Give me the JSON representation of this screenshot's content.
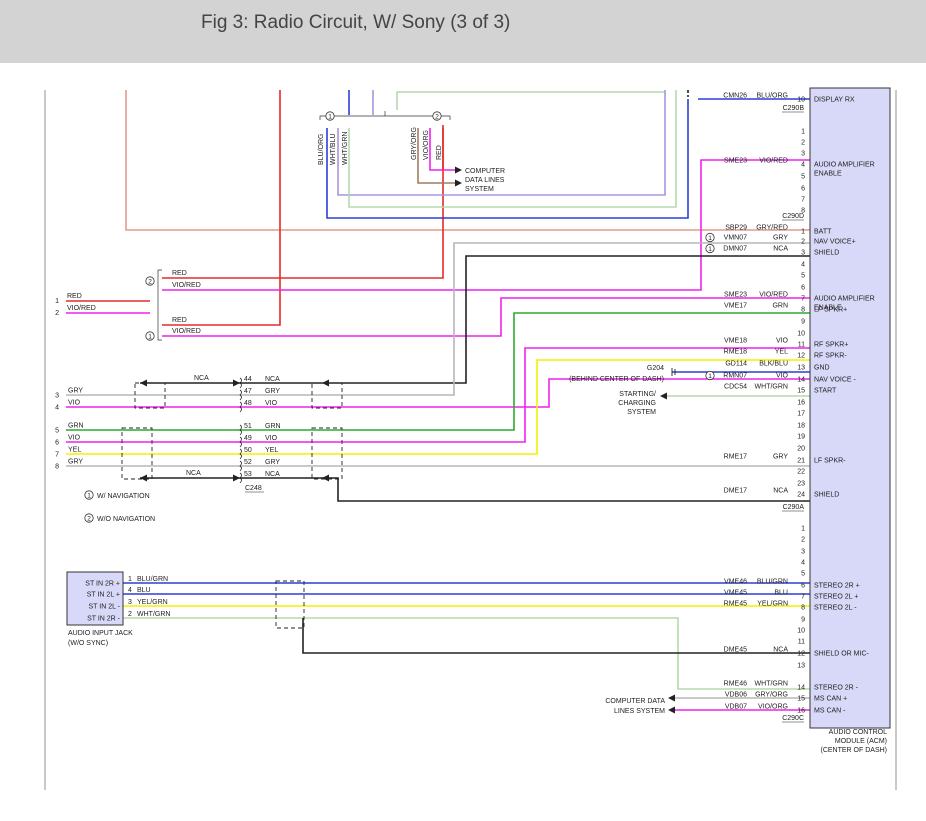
{
  "header": {
    "title": "Fig 3: Radio Circuit, W/ Sony (3 of 3)"
  },
  "colors": {
    "BLU": "#2b3fd6",
    "RED": "#e82a2a",
    "VIO": "#ee22ee",
    "GRN": "#2ea82e",
    "YEL": "#f2f200",
    "GRY": "#b7b7b7",
    "BLK": "#222222",
    "PINK": "#e49a92",
    "LGRN": "#b5d8ad",
    "LVIO": "#a498dc",
    "BRN": "#a07d5e",
    "ACM": "#d8d8f8"
  },
  "legend": {
    "nav": "W/ NAVIGATION",
    "nonav": "W/O NAVIGATION"
  },
  "module": {
    "name1": "AUDIO CONTROL",
    "name2": "MODULE (ACM)",
    "name3": "(CENTER OF DASH)",
    "connectors": [
      "C290B",
      "C290D",
      "C290A",
      "C290C"
    ]
  },
  "c290b": [
    {
      "pin": "10",
      "circuit": "CMN26",
      "color": "BLU/ORG",
      "func": "DISPLAY RX"
    }
  ],
  "c290d": [
    {
      "pin": "1"
    },
    {
      "pin": "2"
    },
    {
      "pin": "3"
    },
    {
      "pin": "4",
      "circuit": "SME23",
      "color": "VIO/RED",
      "func": "AUDIO AMPLIFIER",
      "func2": "ENABLE"
    },
    {
      "pin": "5"
    },
    {
      "pin": "6"
    },
    {
      "pin": "7"
    },
    {
      "pin": "8"
    }
  ],
  "c290a": [
    {
      "pin": "1",
      "circuit": "SBP29",
      "color": "GRY/RED",
      "func": "BATT"
    },
    {
      "pin": "2",
      "circuit": "VMN07",
      "color": "GRY",
      "func": "NAV VOICE+",
      "note": "1"
    },
    {
      "pin": "3",
      "circuit": "DMN07",
      "color": "NCA",
      "func": "SHIELD",
      "note": "1"
    },
    {
      "pin": "4"
    },
    {
      "pin": "5"
    },
    {
      "pin": "6"
    },
    {
      "pin": "7",
      "circuit": "SME23",
      "color": "VIO/RED",
      "func": "AUDIO AMPLIFIER",
      "func2": "ENABLE"
    },
    {
      "pin": "8",
      "circuit": "VME17",
      "color": "GRN",
      "func": "LF SPKR+"
    },
    {
      "pin": "9"
    },
    {
      "pin": "10"
    },
    {
      "pin": "11",
      "circuit": "VME18",
      "color": "VIO",
      "func": "RF SPKR+"
    },
    {
      "pin": "12",
      "circuit": "RME18",
      "color": "YEL",
      "func": "RF SPKR-"
    },
    {
      "pin": "13",
      "circuit": "GD114",
      "color": "BLK/BLU",
      "func": "GND"
    },
    {
      "pin": "14",
      "circuit": "RMN07",
      "color": "VIO",
      "func": "NAV VOICE -",
      "note": "1"
    },
    {
      "pin": "15",
      "circuit": "CDC54",
      "color": "WHT/GRN",
      "func": "START"
    },
    {
      "pin": "16"
    },
    {
      "pin": "17"
    },
    {
      "pin": "18"
    },
    {
      "pin": "19"
    },
    {
      "pin": "20"
    },
    {
      "pin": "21",
      "circuit": "RME17",
      "color": "GRY",
      "func": "LF SPKR-"
    },
    {
      "pin": "22"
    },
    {
      "pin": "23"
    },
    {
      "pin": "24",
      "circuit": "DME17",
      "color": "NCA",
      "func": "SHIELD"
    }
  ],
  "c290c": [
    {
      "pin": "1"
    },
    {
      "pin": "2"
    },
    {
      "pin": "3"
    },
    {
      "pin": "4"
    },
    {
      "pin": "5"
    },
    {
      "pin": "6",
      "circuit": "VME46",
      "color": "BLU/GRN",
      "func": "STEREO 2R +"
    },
    {
      "pin": "7",
      "circuit": "VME45",
      "color": "BLU",
      "func": "STEREO 2L +"
    },
    {
      "pin": "8",
      "circuit": "RME45",
      "color": "YEL/GRN",
      "func": "STEREO 2L -"
    },
    {
      "pin": "9"
    },
    {
      "pin": "10"
    },
    {
      "pin": "11"
    },
    {
      "pin": "12",
      "circuit": "DME45",
      "color": "NCA",
      "func": "SHIELD OR MIC-"
    },
    {
      "pin": "13"
    },
    {
      "pin": "14",
      "circuit": "RME46",
      "color": "WHT/GRN",
      "func": "STEREO 2R -"
    },
    {
      "pin": "15",
      "circuit": "VDB06",
      "color": "GRY/ORG",
      "func": "MS CAN +"
    },
    {
      "pin": "16",
      "circuit": "VDB07",
      "color": "VIO/ORG",
      "func": "MS CAN -"
    }
  ],
  "topBundle": {
    "left": [
      "BLU/ORG",
      "WHT/BLU",
      "WHT/GRN"
    ],
    "right": [
      "GRY/ORG",
      "VIO/ORG",
      "RED"
    ],
    "marker1": "1",
    "marker2": "2",
    "dest1": "COMPUTER",
    "dest2": "DATA LINES",
    "dest3": "SYSTEM"
  },
  "ground": {
    "label": "G204",
    "sub": "(BEHIND CENTER OF DASH)"
  },
  "starting": {
    "l1": "STARTING/",
    "l2": "CHARGING",
    "l3": "SYSTEM"
  },
  "computer2": {
    "l1": "COMPUTER DATA",
    "l2": "LINES SYSTEM"
  },
  "ampSplice": {
    "marker2": "2",
    "marker1": "1",
    "a1": "RED",
    "a2": "VIO/RED",
    "b1": "RED",
    "b2": "VIO/RED"
  },
  "leftStubs": [
    {
      "num": "1",
      "label": "RED"
    },
    {
      "num": "2",
      "label": "VIO/RED"
    }
  ],
  "leftWires": [
    {
      "num": "3",
      "label": "GRY"
    },
    {
      "num": "4",
      "label": "VIO"
    },
    {
      "num": "5",
      "label": "GRN"
    },
    {
      "num": "6",
      "label": "VIO"
    },
    {
      "num": "7",
      "label": "YEL"
    },
    {
      "num": "8",
      "label": "GRY"
    }
  ],
  "c248": {
    "name": "C248",
    "pins": [
      {
        "pin": "44",
        "color": "NCA"
      },
      {
        "pin": "47",
        "color": "GRY"
      },
      {
        "pin": "48",
        "color": "VIO"
      },
      {
        "pin": "51",
        "color": "GRN"
      },
      {
        "pin": "49",
        "color": "VIO"
      },
      {
        "pin": "50",
        "color": "YEL"
      },
      {
        "pin": "52",
        "color": "GRY"
      },
      {
        "pin": "53",
        "color": "NCA"
      }
    ],
    "ncaTop": "NCA",
    "ncaBottom": "NCA"
  },
  "jack": {
    "label1": "AUDIO INPUT JACK",
    "label2": "(W/O SYNC)",
    "pins": [
      {
        "func": "ST IN 2R +",
        "pin": "1",
        "color": "BLU/GRN"
      },
      {
        "func": "ST IN 2L +",
        "pin": "4",
        "color": "BLU"
      },
      {
        "func": "ST IN 2L -",
        "pin": "3",
        "color": "YEL/GRN"
      },
      {
        "func": "ST IN 2R -",
        "pin": "2",
        "color": "WHT/GRN"
      }
    ]
  }
}
